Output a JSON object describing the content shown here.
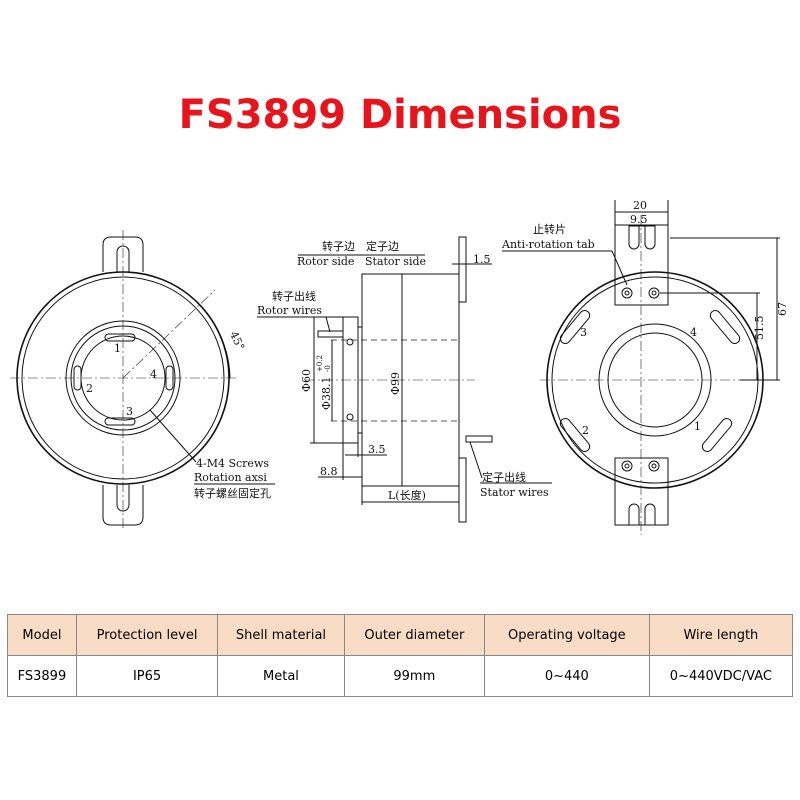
{
  "title": "FS3899 Dimensions",
  "labels": {
    "angle": "45°",
    "hole1": "1",
    "hole2": "2",
    "hole3": "3",
    "hole4": "4",
    "screws_en": "4-M4 Screws",
    "rotation_en": "Rotation axsi",
    "screws_cn": "转子螺丝固定孔",
    "rotor_side_cn": "转子边",
    "stator_side_cn": "定子边",
    "rotor_side_en": "Rotor side",
    "stator_side_en": "Stator side",
    "rotor_wires_cn": "转子出线",
    "rotor_wires_en": "Rotor wires",
    "stator_wires_cn": "定子出线",
    "stator_wires_en": "Stator wires",
    "dim_1_5": "1.5",
    "dim_60": "Φ60",
    "dim_38": "Φ38.1",
    "tol_plus": "+0.2",
    "tol_minus": "-0",
    "dim_99": "Φ99",
    "dim_3_5": "3.5",
    "dim_8_8": "8.8",
    "dim_L": "L(长度)",
    "tab_cn": "止转片",
    "tab_en": "Anti-rotation tab",
    "dim_20": "20",
    "dim_9_5": "9.5",
    "dim_51_5": "51.5",
    "dim_67": "67"
  },
  "table": {
    "headers": [
      "Model",
      "Protection level",
      "Shell material",
      "Outer diameter",
      "Operating voltage",
      "Wire length"
    ],
    "rows": [
      [
        "FS3899",
        "IP65",
        "Metal",
        "99mm",
        "0~440",
        "0~440VDC/VAC"
      ]
    ],
    "header_bg": "#f9dcc6"
  }
}
